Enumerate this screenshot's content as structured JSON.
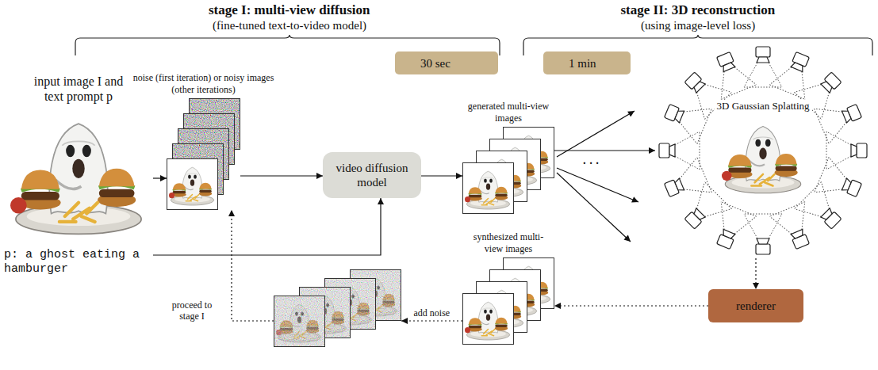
{
  "diagram": {
    "nodes": [
      {
        "text": [
          "input image I and text prompt p",
          "p: a ghost eating a hamburger"
        ]
      },
      {
        "text": [
          "noise (first iteration) or noisy images (other iterations)"
        ]
      },
      {
        "text": [
          "video diffusion model"
        ]
      },
      {
        "text": [
          "generated multi-view images"
        ]
      },
      {
        "text": [
          "3D Gaussian Splatting"
        ]
      },
      {
        "text": [
          "renderer"
        ]
      },
      {
        "text": [
          "synthesized multi-view images"
        ]
      },
      {
        "text": [
          "proceed to stage I"
        ]
      },
      {
        "text": [
          "30 sec"
        ]
      },
      {
        "text": [
          "1 min"
        ]
      }
    ],
    "edges": [
      {
        "from": 0,
        "to": 1,
        "arrow": "to"
      },
      {
        "from": 1,
        "to": 2,
        "arrow": "to"
      },
      {
        "from": 0,
        "to": 2,
        "arrow": "to"
      },
      {
        "from": 2,
        "to": 3,
        "arrow": "to"
      },
      {
        "from": 3,
        "to": 4,
        "arrow": "to"
      },
      {
        "from": 4,
        "to": 5,
        "arrow": "to"
      },
      {
        "from": 5,
        "to": 6,
        "arrow": "to"
      },
      {
        "from": 6,
        "to": 7,
        "label": "add noise",
        "arrow": "to"
      },
      {
        "from": 7,
        "to": 1,
        "arrow": "to"
      }
    ],
    "labels": [
      "stage I: multi-view diffusion",
      "(fine-tuned text-to-video model)",
      "stage II: 3D reconstruction",
      "(using image-level loss)",
      "· · ·"
    ]
  }
}
